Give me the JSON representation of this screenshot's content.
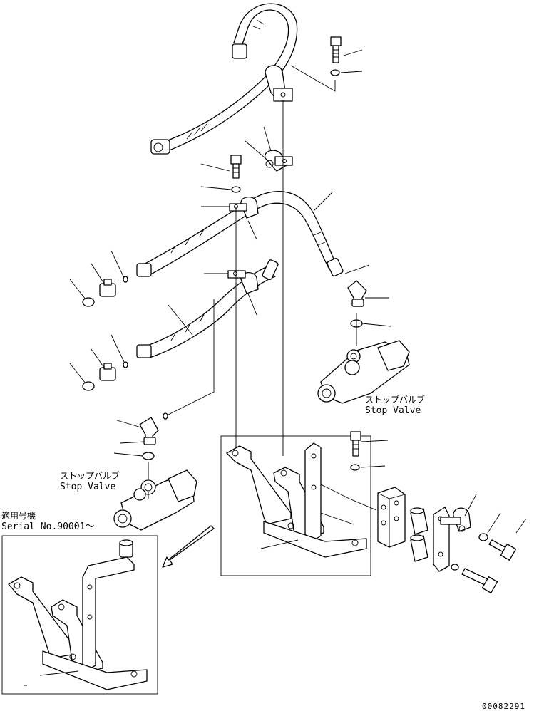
{
  "captions": {
    "stop_valve_right_jp": "ストップバルブ",
    "stop_valve_right_en": "Stop Valve",
    "stop_valve_left_jp": "ストップバルブ",
    "stop_valve_left_en": "Stop Valve",
    "serial_jp": "適用号機",
    "serial_en": "Serial No.90001～"
  },
  "document_number": "00082291"
}
